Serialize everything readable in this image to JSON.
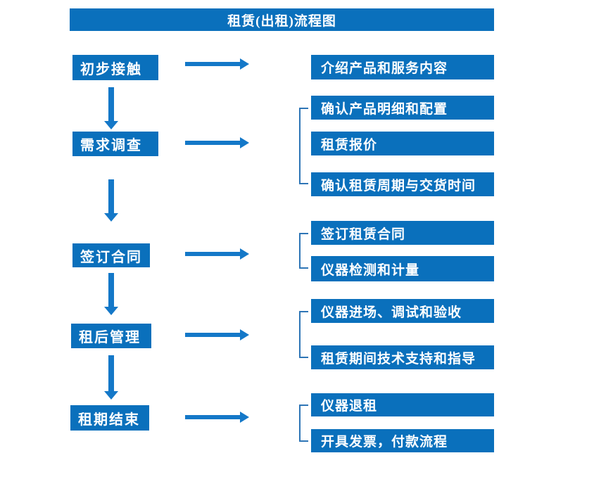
{
  "title": "租赁(出租)流程图",
  "colors": {
    "box_blue": "#0a70bc",
    "arrow_blue": "#1478c8",
    "bracket_blue": "#2e75b6",
    "text_white": "#ffffff",
    "background": "#ffffff"
  },
  "stages": [
    {
      "label": "初步接触",
      "outputs": [
        "介绍产品和服务内容"
      ]
    },
    {
      "label": "需求调查",
      "outputs": [
        "确认产品明细和配置",
        "租赁报价",
        "确认租赁周期与交货时间"
      ]
    },
    {
      "label": "签订合同",
      "outputs": [
        "签订租赁合同",
        "仪器检测和计量"
      ]
    },
    {
      "label": "租后管理",
      "outputs": [
        "仪器进场、调试和验收",
        "租赁期间技术支持和指导"
      ]
    },
    {
      "label": "租期结束",
      "outputs": [
        "仪器退租",
        "开具发票，付款流程"
      ]
    }
  ]
}
